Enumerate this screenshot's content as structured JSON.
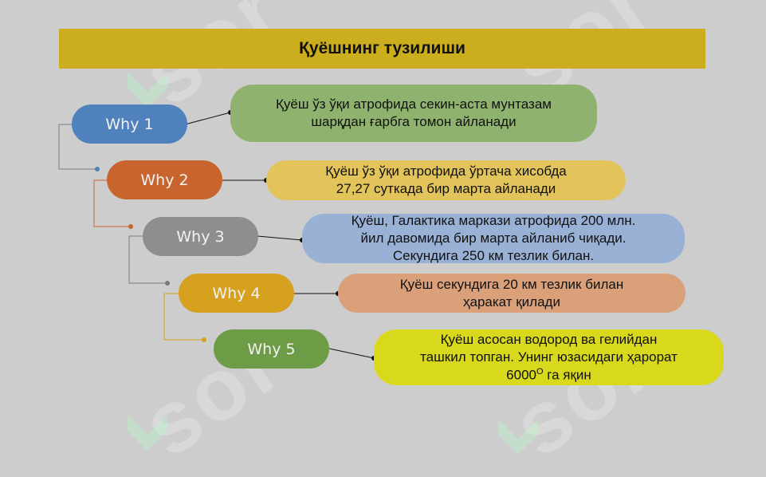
{
  "title": "Қуёшнинг тузилиши",
  "watermark": "sor",
  "colors": {
    "background": "#cdcdcd",
    "title_bar": "#cbad1e",
    "why1": "#4f81bd",
    "why2": "#c8652e",
    "why3": "#8e8e8e",
    "why4": "#d6a11e",
    "why5": "#6e9b45",
    "desc1": "#8fb36e",
    "desc2": "#e3c45a",
    "desc3": "#9ab1d6",
    "desc4": "#d9a07a",
    "desc5": "#d8d81c"
  },
  "items": [
    {
      "label": "Why 1",
      "text": "Қуёш ўз ўқи атрофида секин-аста мунтазам\nшарқдан ғарбга томон айланади"
    },
    {
      "label": "Why 2",
      "text": "Қуёш ўз ўқи атрофида ўртача хисобда\n27,27 суткада бир марта айланади"
    },
    {
      "label": "Why 3",
      "text": "Қуёш, Галактика маркази атрофида 200 млн.\nйил давомида бир марта айланиб чиқади.\nСекундига 250 км тезлик билан."
    },
    {
      "label": "Why 4",
      "text": "Қуёш  секундига 20 км тезлик билан\nҳаракат қилади"
    },
    {
      "label": "Why 5",
      "text_main": "Қуёш  асосан водород ва гелийдан\nташкил топган. Унинг юзасидаги ҳарорат\n6000",
      "text_sup": "O",
      "text_tail": " га яқин"
    }
  ]
}
